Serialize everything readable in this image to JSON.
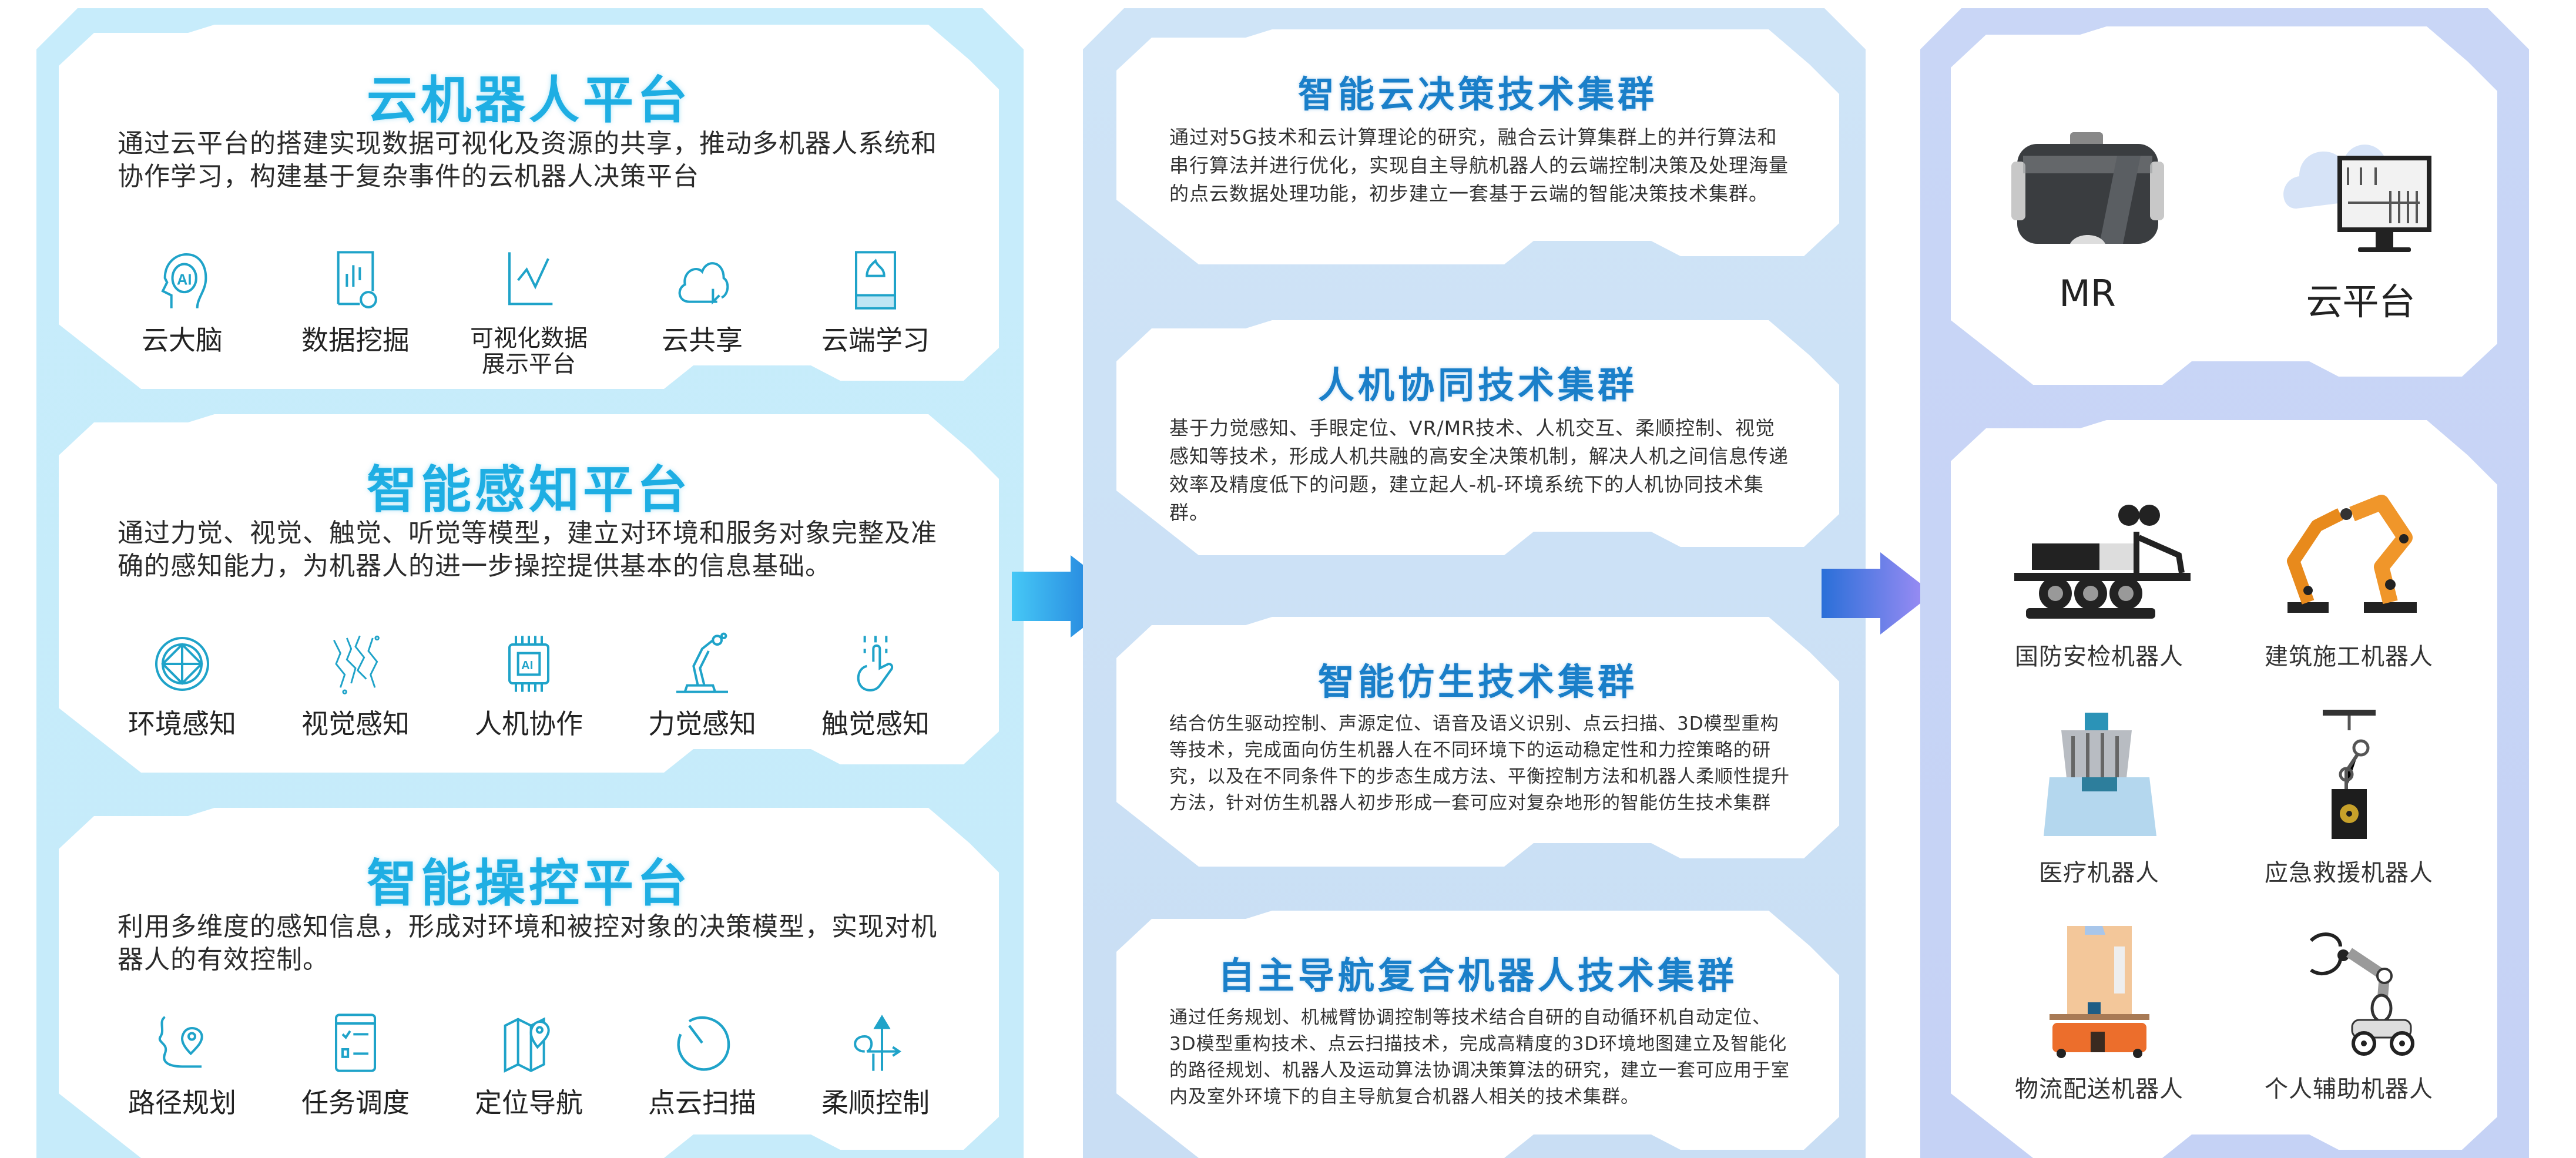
{
  "colors": {
    "left_panel_bg": "#c7ecfb",
    "mid_panel_bg": "#cfe4f7",
    "right_panel_bg": "#c9d6f6",
    "left_title": "#1eaee3",
    "mid_title": "#1a7fc9",
    "arrow1_from": "#3fc3f5",
    "arrow1_to": "#1e6fd8",
    "arrow2_from": "#2a6fd8",
    "arrow2_to": "#a08cf5"
  },
  "platforms": [
    {
      "title": "云机器人平台",
      "description": "通过云平台的搭建实现数据可视化及资源的共享，推动多机器人系统和协作学习，构建基于复杂事件的云机器人决策平台",
      "features": [
        {
          "label": "云大脑",
          "icon": "ai-head-icon"
        },
        {
          "label": "数据挖掘",
          "icon": "data-mining-icon"
        },
        {
          "label": "可视化数据\n展示平台",
          "icon": "line-chart-icon"
        },
        {
          "label": "云共享",
          "icon": "cloud-share-icon"
        },
        {
          "label": "云端学习",
          "icon": "cloud-learning-icon"
        }
      ]
    },
    {
      "title": "智能感知平台",
      "description": "通过力觉、视觉、触觉、听觉等模型，建立对环境和服务对象完整及准确的感知能力，为机器人的进一步操控提供基本的信息基础。",
      "features": [
        {
          "label": "环境感知",
          "icon": "environment-sensing-icon"
        },
        {
          "label": "视觉感知",
          "icon": "visual-sensing-icon"
        },
        {
          "label": "人机协作",
          "icon": "ai-chip-icon"
        },
        {
          "label": "力觉感知",
          "icon": "robot-arm-icon"
        },
        {
          "label": "触觉感知",
          "icon": "touch-hand-icon"
        }
      ]
    },
    {
      "title": "智能操控平台",
      "description": "利用多维度的感知信息，形成对环境和被控对象的决策模型，实现对机器人的有效控制。",
      "features": [
        {
          "label": "路径规划",
          "icon": "route-pin-icon"
        },
        {
          "label": "任务调度",
          "icon": "task-list-icon"
        },
        {
          "label": "定位导航",
          "icon": "map-pin-icon"
        },
        {
          "label": "点云扫描",
          "icon": "radar-scan-icon"
        },
        {
          "label": "柔顺控制",
          "icon": "compliance-arrows-icon"
        }
      ]
    }
  ],
  "clusters": [
    {
      "title": "智能云决策技术集群",
      "description": "通过对5G技术和云计算理论的研究，融合云计算集群上的并行算法和串行算法并进行优化，实现自主导航机器人的云端控制决策及处理海量的点云数据处理功能，初步建立一套基于云端的智能决策技术集群。"
    },
    {
      "title": "人机协同技术集群",
      "description": "基于力觉感知、手眼定位、VR/MR技术、人机交互、柔顺控制、视觉感知等技术，形成人机共融的高安全决策机制，解决人机之间信息传递效率及精度低下的问题，建立起人-机-环境系统下的人机协同技术集群。"
    },
    {
      "title": "智能仿生技术集群",
      "description": "结合仿生驱动控制、声源定位、语音及语义识别、点云扫描、3D模型重构等技术，完成面向仿生机器人在不同环境下的运动稳定性和力控策略的研究，以及在不同条件下的步态生成方法、平衡控制方法和机器人柔顺性提升方法，针对仿生机器人初步形成一套可应对复杂地形的智能仿生技术集群"
    },
    {
      "title": "自主导航复合机器人技术集群",
      "description": "通过任务规划、机械臂协调控制等技术结合自研的自动循环机自动定位、3D模型重构技术、点云扫描技术，完成高精度的3D环境地图建立及智能化的路径规划、机器人及运动算法协调决策算法的研究，建立一套可应用于室内及室外环境下的自主导航复合机器人相关的技术集群。"
    }
  ],
  "devices": [
    {
      "label": "MR",
      "icon": "mr-headset-icon"
    },
    {
      "label": "云平台",
      "icon": "cloud-monitor-icon"
    }
  ],
  "robots": [
    {
      "label": "国防安检机器人",
      "icon": "tracked-robot-icon"
    },
    {
      "label": "建筑施工机器人",
      "icon": "industrial-arm-icon"
    },
    {
      "label": "医疗机器人",
      "icon": "surgical-robot-icon"
    },
    {
      "label": "应急救援机器人",
      "icon": "rescue-robot-icon"
    },
    {
      "label": "物流配送机器人",
      "icon": "logistics-robot-icon"
    },
    {
      "label": "个人辅助机器人",
      "icon": "assistant-robot-icon"
    }
  ]
}
